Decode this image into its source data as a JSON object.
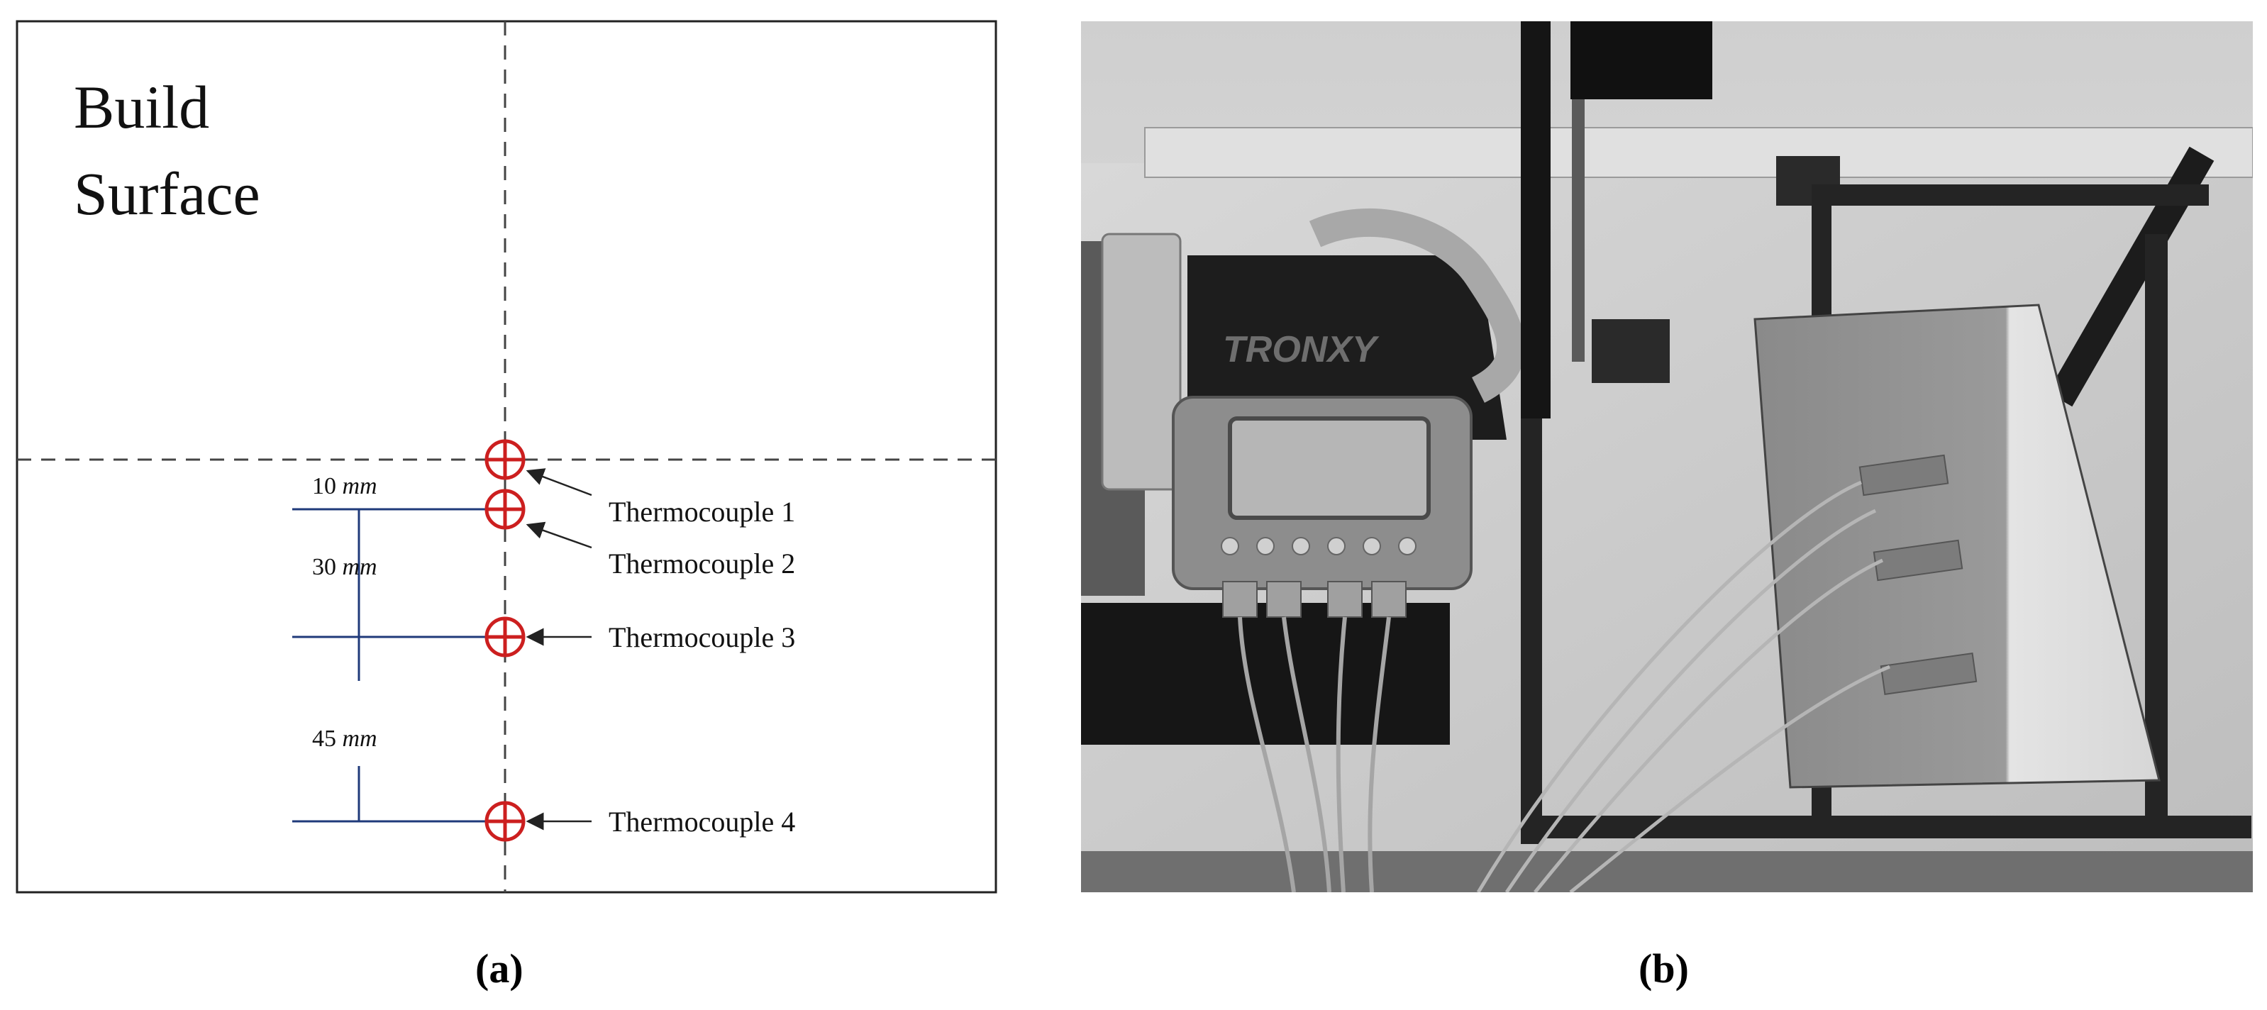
{
  "panel_a": {
    "title_line1": "Build",
    "title_line2": "Surface",
    "dimensions": {
      "d1": {
        "value": "10",
        "unit": "mm"
      },
      "d2": {
        "value": "30",
        "unit": "mm"
      },
      "d3": {
        "value": "45",
        "unit": "mm"
      }
    },
    "thermocouples": [
      {
        "label": "Thermocouple 1"
      },
      {
        "label": "Thermocouple 2"
      },
      {
        "label": "Thermocouple 3"
      },
      {
        "label": "Thermocouple 4"
      }
    ],
    "colors": {
      "marker": "#cc1f1f",
      "dimension_line": "#1f3a7a",
      "guide": "#444444"
    },
    "caption": "(a)"
  },
  "panel_b": {
    "image_description_icon": "photo-icon",
    "logo_text": "TRONXY",
    "caption": "(b)"
  }
}
